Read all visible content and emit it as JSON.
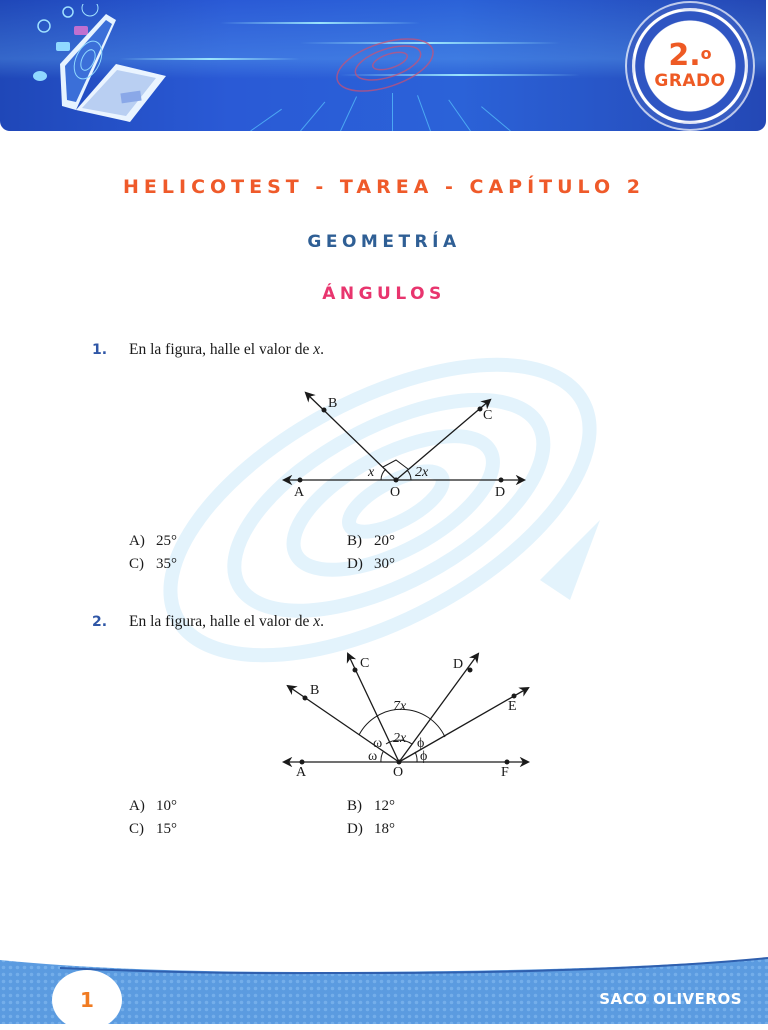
{
  "header": {
    "banner_image": "laptop-tech-banner",
    "grade": {
      "number": "2.",
      "superscript": "o",
      "label": "GRADO"
    }
  },
  "titles": {
    "main": "HELICOTEST - TAREA - CAPÍTULO 2",
    "subject": "GEOMETRÍA",
    "topic": "ÁNGULOS"
  },
  "questions": [
    {
      "number": "1.",
      "text": "En la figura, halle el valor de ",
      "variable": "x",
      "text_end": ".",
      "figure": {
        "points": [
          "A",
          "B",
          "O",
          "C",
          "D"
        ],
        "angle_labels": [
          "x",
          "2x"
        ],
        "right_angle": "BOC"
      },
      "options": [
        {
          "letter": "A)",
          "value": "25°"
        },
        {
          "letter": "B)",
          "value": "20°"
        },
        {
          "letter": "C)",
          "value": "35°"
        },
        {
          "letter": "D)",
          "value": "30°"
        }
      ]
    },
    {
      "number": "2.",
      "text": "En la figura, halle el valor de ",
      "variable": "x",
      "text_end": ".",
      "figure": {
        "points": [
          "A",
          "B",
          "C",
          "O",
          "D",
          "E",
          "F"
        ],
        "angle_labels": [
          "7x",
          "2x",
          "ω",
          "ω",
          "ϕ",
          "ϕ"
        ]
      },
      "options": [
        {
          "letter": "A)",
          "value": "10°"
        },
        {
          "letter": "B)",
          "value": "12°"
        },
        {
          "letter": "C)",
          "value": "15°"
        },
        {
          "letter": "D)",
          "value": "18°"
        }
      ]
    }
  ],
  "footer": {
    "page_number": "1",
    "brand": "SACO OLIVEROS"
  },
  "colors": {
    "title_main": "#ef5a2a",
    "title_subject": "#2f5f95",
    "title_topic": "#e8356e",
    "question_number": "#2f56a6",
    "banner_blue": "#2a5ad6",
    "footer_blue": "#5fa0e0",
    "page_number": "#f07b22"
  }
}
